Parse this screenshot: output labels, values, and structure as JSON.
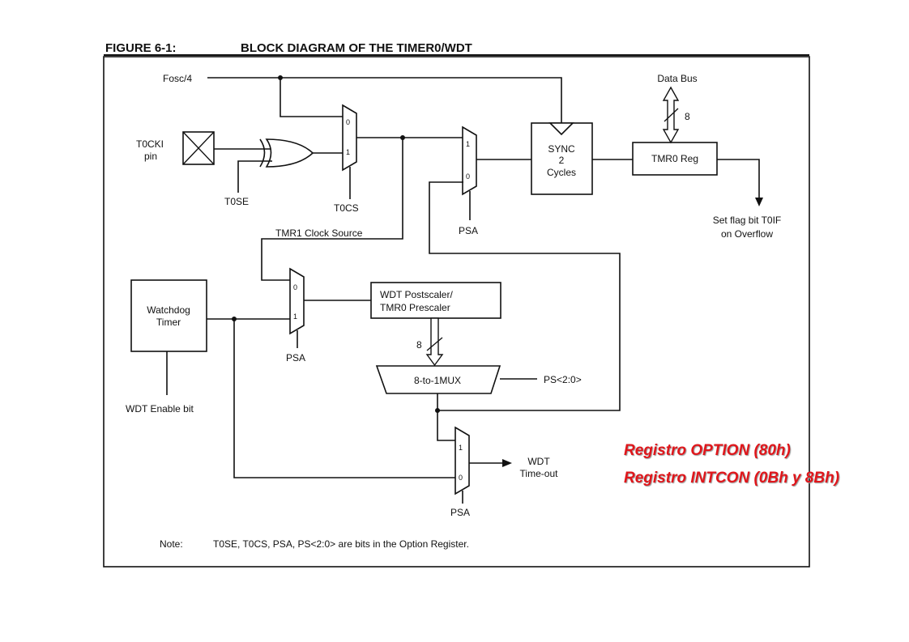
{
  "figure": {
    "number": "FIGURE 6-1:",
    "title": "BLOCK DIAGRAM OF THE TIMER0/WDT"
  },
  "signals": {
    "fosc4": "Fosc/4",
    "t0cki_line1": "T0CKI",
    "t0cki_line2": "pin",
    "t0se": "T0SE",
    "t0cs": "T0CS",
    "tmr1_clock_source": "TMR1 Clock Source",
    "psa_top": "PSA",
    "psa_mid": "PSA",
    "psa_bottom": "PSA",
    "data_bus": "Data Bus",
    "bus_width_top": "8",
    "bus_width_mid": "8",
    "set_flag_line1": "Set flag bit T0IF",
    "set_flag_line2": "on Overflow",
    "ps_bits": "PS<2:0>",
    "wdt_enable": "WDT Enable bit",
    "wdt_timeout_line1": "WDT",
    "wdt_timeout_line2": "Time-out"
  },
  "blocks": {
    "sync_line1": "SYNC",
    "sync_line2": "2",
    "sync_line3": "Cycles",
    "tmr0_reg": "TMR0 Reg",
    "watchdog_line1": "Watchdog",
    "watchdog_line2": "Timer",
    "postscaler_line1": "WDT Postscaler/",
    "postscaler_line2": "TMR0 Prescaler",
    "mux8": "8-to-1MUX"
  },
  "mux_inputs": {
    "t0cs_mux_in0": "0",
    "t0cs_mux_in1": "1",
    "psa_mux_top_in1": "1",
    "psa_mux_top_in0": "0",
    "psa_mux_mid_in0": "0",
    "psa_mux_mid_in1": "1",
    "psa_mux_bot_in1": "1",
    "psa_mux_bot_in0": "0"
  },
  "note": {
    "label": "Note:",
    "text": "T0SE, T0CS, PSA, PS<2:0> are bits in the Option Register."
  },
  "annotations": {
    "option_register": "Registro OPTION (80h)",
    "intcon_register": "Registro INTCON (0Bh y 8Bh)"
  }
}
